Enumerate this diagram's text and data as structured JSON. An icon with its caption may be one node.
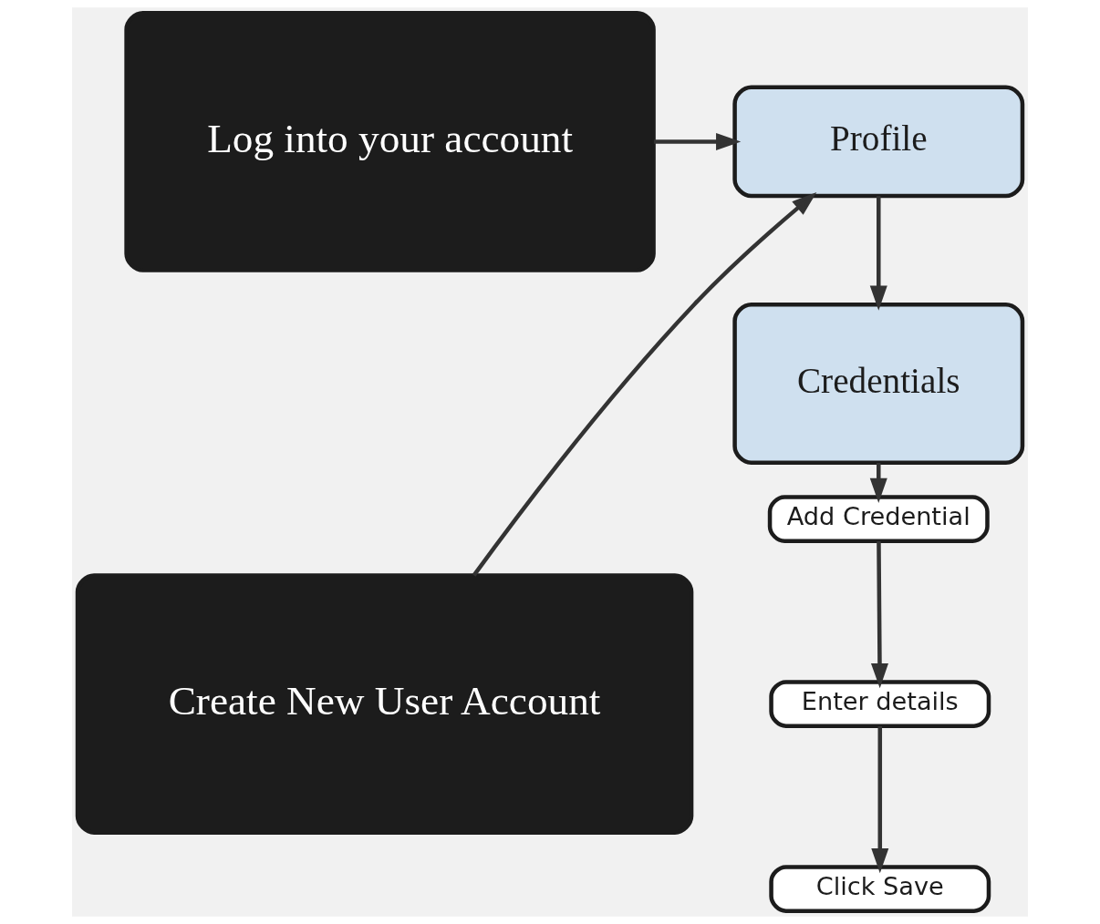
{
  "diagram": {
    "nodes": [
      {
        "text": [
          "Log into your account"
        ]
      },
      {
        "text": [
          "Create New User Account"
        ]
      },
      {
        "text": [
          "Profile"
        ]
      },
      {
        "text": [
          "Credentials"
        ]
      },
      {
        "text": [
          "Add Credential"
        ]
      },
      {
        "text": [
          "Enter details"
        ]
      },
      {
        "text": [
          "Click Save"
        ]
      }
    ],
    "edges": [
      {
        "from": 0,
        "to": 2,
        "arrow": "to"
      },
      {
        "from": 1,
        "to": 2,
        "arrow": "to"
      },
      {
        "from": 2,
        "to": 3,
        "arrow": "to"
      },
      {
        "from": 3,
        "to": 4,
        "arrow": "to"
      },
      {
        "from": 4,
        "to": 5,
        "arrow": "to"
      },
      {
        "from": 5,
        "to": 6,
        "arrow": "to"
      }
    ]
  }
}
